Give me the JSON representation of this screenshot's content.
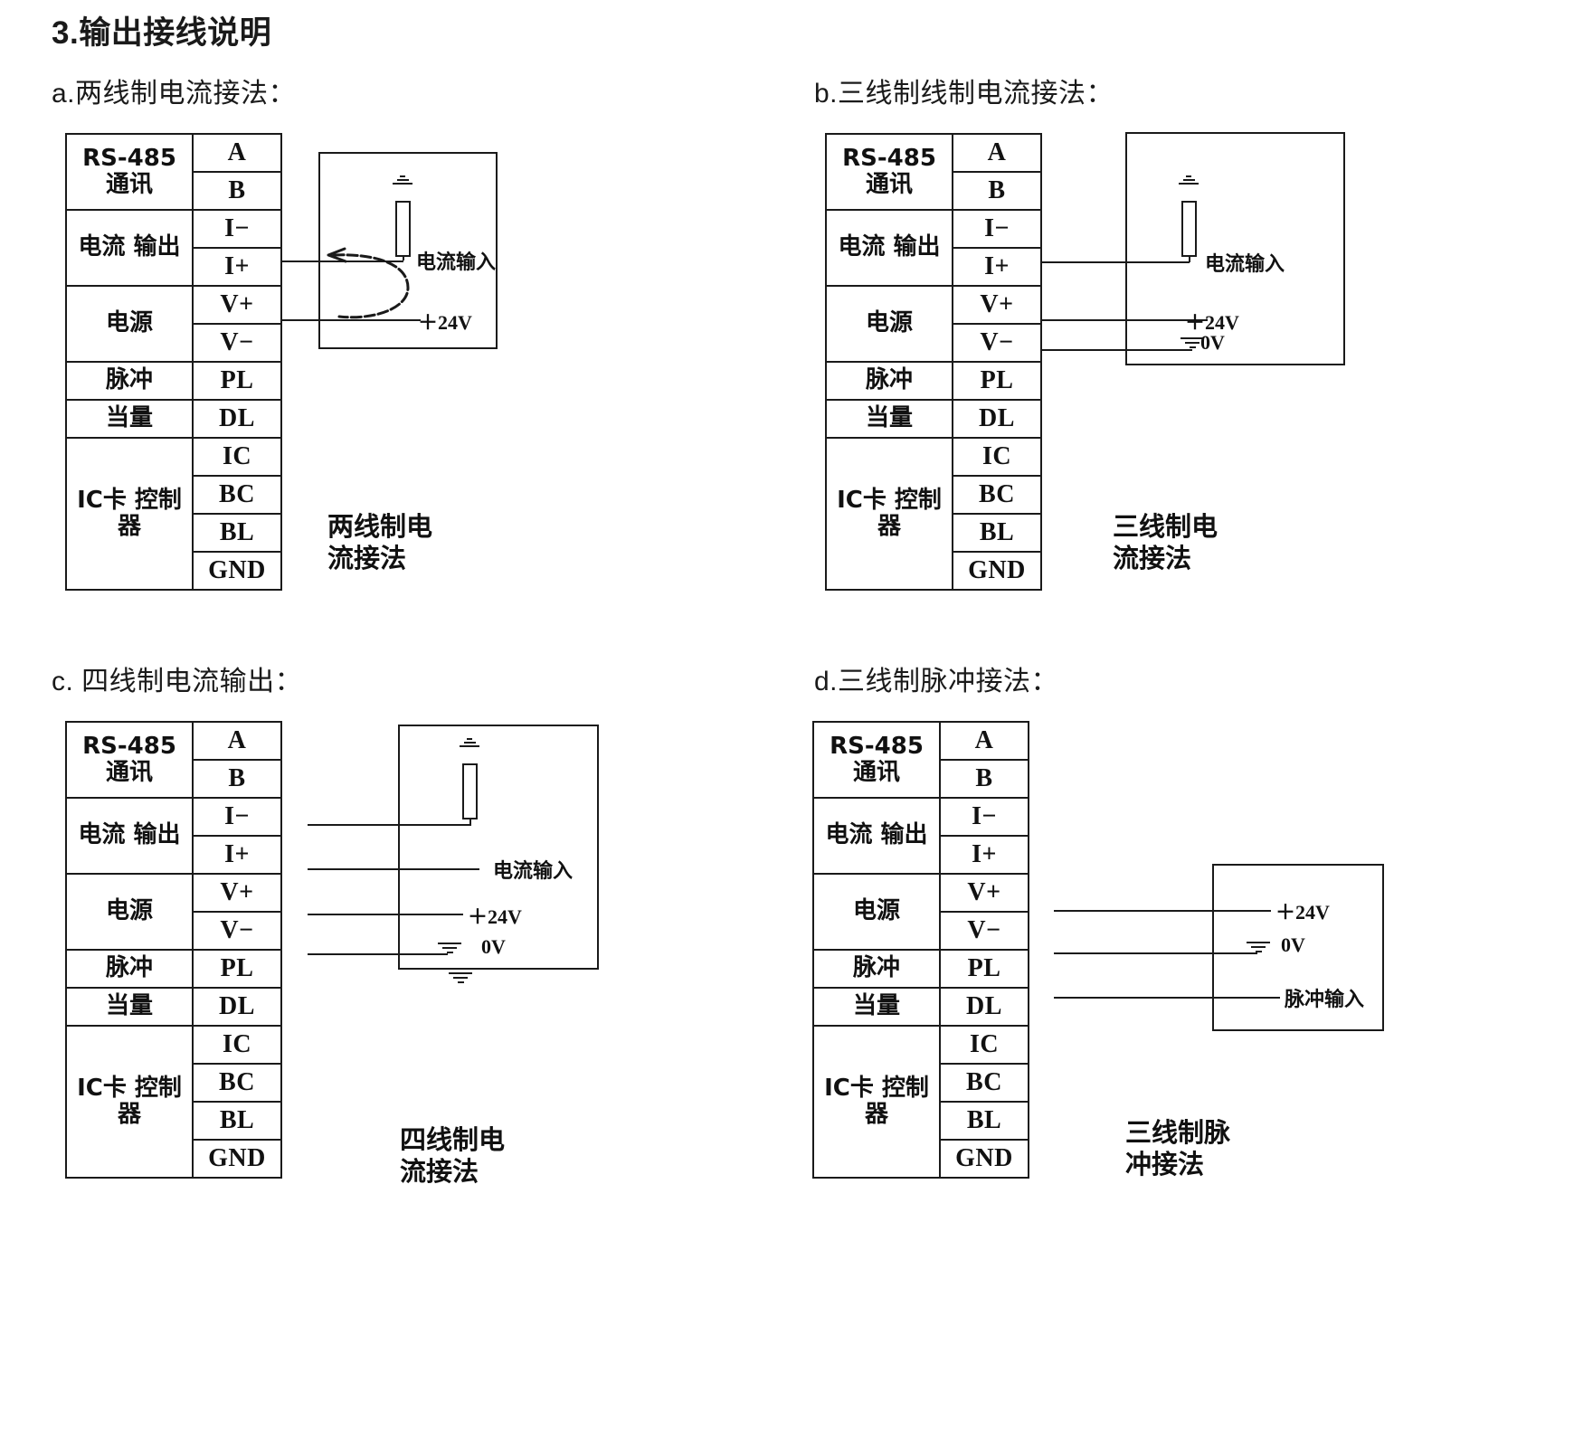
{
  "page": {
    "title": "3.输出接线说明",
    "background": "#ffffff",
    "line_color": "#1a1a1a"
  },
  "terminal_table": {
    "groups": [
      {
        "label": "RS-485\n通讯",
        "pins": [
          "A",
          "B"
        ]
      },
      {
        "label": "电流\n输出",
        "pins": [
          "I−",
          "I+"
        ]
      },
      {
        "label": "电源",
        "pins": [
          "V+",
          "V−"
        ]
      },
      {
        "label": "脉冲",
        "pins": [
          "PL"
        ]
      },
      {
        "label": "当量",
        "pins": [
          "DL"
        ]
      },
      {
        "label": "IC卡\n控制器",
        "pins": [
          "IC",
          "BC",
          "BL",
          "GND"
        ]
      }
    ],
    "pins_flat": [
      "A",
      "B",
      "I−",
      "I+",
      "V+",
      "V−",
      "PL",
      "DL",
      "IC",
      "BC",
      "BL",
      "GND"
    ]
  },
  "diagrams": [
    {
      "key": "a",
      "heading": "a.两线制电流接法：",
      "caption": "两线制电\n流接法",
      "labels": {
        "current_in": "电流输入",
        "supply_24v": "＋24V"
      },
      "group_rows": [
        "RS-485\n通讯",
        "电流\n输出",
        "电源",
        "脉冲",
        "当量",
        "IC卡\n控制器"
      ],
      "pins": [
        "A",
        "B",
        "I−",
        "I+",
        "V+",
        "V−",
        "PL",
        "DL",
        "IC",
        "BC",
        "BL",
        "GND"
      ]
    },
    {
      "key": "b",
      "heading": "b.三线制线制电流接法：",
      "caption": "三线制电\n流接法",
      "labels": {
        "current_in": "电流输入",
        "supply_24v": "＋24V",
        "supply_0v": "0V"
      },
      "group_rows": [
        "RS-485\n通讯",
        "电流\n输出",
        "电源",
        "脉冲",
        "当量",
        "IC卡\n控制器"
      ],
      "pins": [
        "A",
        "B",
        "I−",
        "I+",
        "V+",
        "V−",
        "PL",
        "DL",
        "IC",
        "BC",
        "BL",
        "GND"
      ]
    },
    {
      "key": "c",
      "heading": "c. 四线制电流输出：",
      "caption": "四线制电\n流接法",
      "labels": {
        "current_in": "电流输入",
        "supply_24v": "＋24V",
        "supply_0v": "0V"
      },
      "group_rows": [
        "RS-485\n通讯",
        "电流\n输出",
        "电源",
        "脉冲",
        "当量",
        "IC卡\n控制器"
      ],
      "pins": [
        "A",
        "B",
        "I−",
        "I+",
        "V+",
        "V−",
        "PL",
        "DL",
        "IC",
        "BC",
        "BL",
        "GND"
      ]
    },
    {
      "key": "d",
      "heading": "d.三线制脉冲接法：",
      "caption": "三线制脉\n冲接法",
      "labels": {
        "pulse_in": "脉冲输入",
        "supply_24v": "＋24V",
        "supply_0v": "0V"
      },
      "group_rows": [
        "RS-485\n通讯",
        "电流\n输出",
        "电源",
        "脉冲",
        "当量",
        "IC卡\n控制器"
      ],
      "pins": [
        "A",
        "B",
        "I−",
        "I+",
        "V+",
        "V−",
        "PL",
        "DL",
        "IC",
        "BC",
        "BL",
        "GND"
      ]
    }
  ]
}
